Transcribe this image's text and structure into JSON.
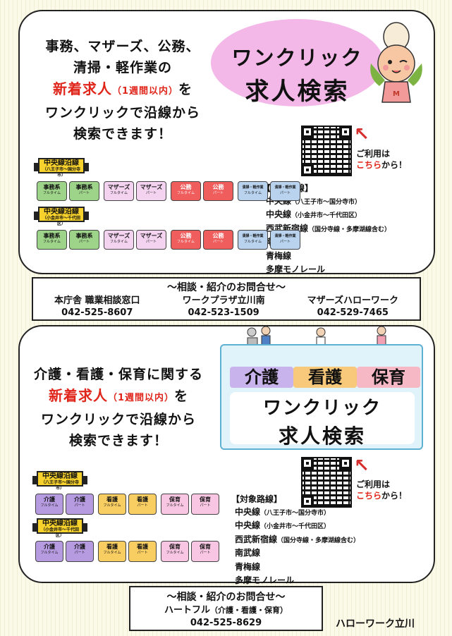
{
  "top": {
    "intro": {
      "line1": "事務、マザーズ、公務、",
      "line2": "清掃・軽作業の",
      "line3_red": "新着求人",
      "line3_small": "（1週間以内）",
      "line3_tail": "を",
      "line4": "ワンクリックで沿線から",
      "line5": "検索できます！"
    },
    "bubble": {
      "line1": "ワンクリック",
      "line2": "求人検索"
    },
    "usage": {
      "line1": "ご利用は",
      "line2_red": "こちら",
      "line2_tail": "から！"
    },
    "routes_heading": "【対象路線】",
    "routes": [
      {
        "name": "中央線",
        "note": "（八王子市～国分寺市）"
      },
      {
        "name": "中央線",
        "note": "（小金井市～千代田区）"
      },
      {
        "name": "西武新宿線",
        "note": "（国分寺線・多摩湖線含む）"
      },
      {
        "name": "南武線",
        "note": ""
      },
      {
        "name": "青梅線",
        "note": ""
      },
      {
        "name": "多摩モノレール",
        "note": ""
      }
    ],
    "trains": [
      {
        "sign": "中央線沿線",
        "sign_sub": "（八王子市～国分寺市）",
        "cars": [
          {
            "label": "事務系",
            "type": "フルタイム"
          },
          {
            "label": "事務系",
            "type": "パート"
          },
          {
            "label": "マザーズ",
            "type": "フルタイム"
          },
          {
            "label": "マザーズ",
            "type": "パート"
          },
          {
            "label": "公務",
            "type": "フルタイム"
          },
          {
            "label": "公務",
            "type": "パート"
          },
          {
            "label": "清掃・軽作業",
            "type": "フルタイム"
          },
          {
            "label": "清掃・軽作業",
            "type": "パート"
          }
        ]
      },
      {
        "sign": "中央線沿線",
        "sign_sub": "（小金井市～千代田区）",
        "cars": [
          {
            "label": "事務系",
            "type": "フルタイム"
          },
          {
            "label": "事務系",
            "type": "パート"
          },
          {
            "label": "マザーズ",
            "type": "フルタイム"
          },
          {
            "label": "マザーズ",
            "type": "パート"
          },
          {
            "label": "公務",
            "type": "フルタイム"
          },
          {
            "label": "公務",
            "type": "パート"
          },
          {
            "label": "清掃・軽作業",
            "type": "フルタイム"
          },
          {
            "label": "清掃・軽作業",
            "type": "パート"
          }
        ]
      }
    ]
  },
  "contact1": {
    "title": "～相談・紹介のお問合せ～",
    "cols": [
      {
        "name": "本庁舎 職業相談窓口",
        "tel": "042-525-8607"
      },
      {
        "name": "ワークプラザ立川南",
        "tel": "042-523-1509"
      },
      {
        "name": "マザーズハローワーク",
        "tel": "042-529-7465"
      }
    ]
  },
  "bottom": {
    "intro": {
      "line1": "介護・看護・保育に関する",
      "line2_red": "新着求人",
      "line2_small": "（1週間以内）",
      "line2_tail": "を",
      "line3": "ワンクリックで沿線から",
      "line4": "検索できます！"
    },
    "sign": {
      "tag1": "介護",
      "tag2": "看護",
      "tag3": "保育",
      "line1": "ワンクリック",
      "line2": "求人検索"
    },
    "usage": {
      "line1": "ご利用は",
      "line2_red": "こちら",
      "line2_tail": "から！"
    },
    "routes_heading": "【対象路線】",
    "routes": [
      {
        "name": "中央線",
        "note": "（八王子市～国分寺市）"
      },
      {
        "name": "中央線",
        "note": "（小金井市～千代田区）"
      },
      {
        "name": "西武新宿線",
        "note": "（国分寺線・多摩湖線含む）"
      },
      {
        "name": "南武線",
        "note": ""
      },
      {
        "name": "青梅線",
        "note": ""
      },
      {
        "name": "多摩モノレール",
        "note": ""
      }
    ],
    "trains": [
      {
        "sign": "中央線沿線",
        "sign_sub": "（八王子市～国分寺市）",
        "cars": [
          {
            "label": "介護",
            "type": "フルタイム"
          },
          {
            "label": "介護",
            "type": "パート"
          },
          {
            "label": "看護",
            "type": "フルタイム"
          },
          {
            "label": "看護",
            "type": "パート"
          },
          {
            "label": "保育",
            "type": "フルタイム"
          },
          {
            "label": "保育",
            "type": "パート"
          }
        ]
      },
      {
        "sign": "中央線沿線",
        "sign_sub": "（小金井市～千代田区）",
        "cars": [
          {
            "label": "介護",
            "type": "フルタイム"
          },
          {
            "label": "介護",
            "type": "パート"
          },
          {
            "label": "看護",
            "type": "フルタイム"
          },
          {
            "label": "看護",
            "type": "パート"
          },
          {
            "label": "保育",
            "type": "フルタイム"
          },
          {
            "label": "保育",
            "type": "パート"
          }
        ]
      }
    ]
  },
  "contact2": {
    "title": "～相談・紹介のお問合せ～",
    "name": "ハートフル",
    "name_note": "（介護・看護・保育）",
    "tel": "042-525-8629"
  },
  "org": "ハローワーク立川",
  "colors": {
    "red_text": "#e0251b",
    "bubble_pink": "#f4b8e8",
    "line_sign_yellow": "#f7d12c",
    "clerical_green": "#9ed38a",
    "mothers_pink": "#f3d3f0",
    "public_red": "#ef5d5d",
    "cleaning_blue": "#b9d3ef",
    "care_purple": "#b69be0",
    "nursing_yellow": "#f8cd62",
    "childcare_pink": "#f8c6e2"
  }
}
